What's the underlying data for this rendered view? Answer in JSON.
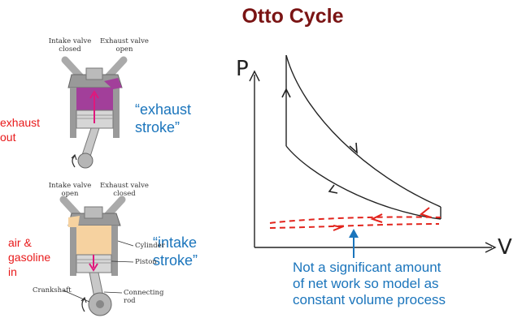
{
  "title": "Otto Cycle",
  "colors": {
    "title": "#7a1414",
    "red_text": "#e8191a",
    "blue_text": "#1b75bc",
    "purple_gas": "#a23f9a",
    "orange_gas": "#f6d2a0",
    "pink_arrow": "#e0187c",
    "dashed_red": "#e2241d"
  },
  "exhaust_stroke": {
    "valve_left": "Intake valve\nclosed",
    "valve_right": "Exhaust valve\nopen",
    "side_label": "exhaust\nout",
    "stroke_label": "“exhaust\nstroke”"
  },
  "intake_stroke": {
    "valve_left": "Intake valve\nopen",
    "valve_right": "Exhaust valve\nclosed",
    "side_label": "air &\ngasoline\nin",
    "stroke_label": "“intake\nstroke”",
    "parts": {
      "cylinder": "Cylinder",
      "piston": "Piston",
      "crankshaft": "Crankshaft",
      "connecting_rod": "Connecting\nrod"
    }
  },
  "pv_diagram": {
    "y_axis": "P",
    "x_axis": "V",
    "note": "Not a significant amount\nof net work so model as\nconstant volume process"
  }
}
